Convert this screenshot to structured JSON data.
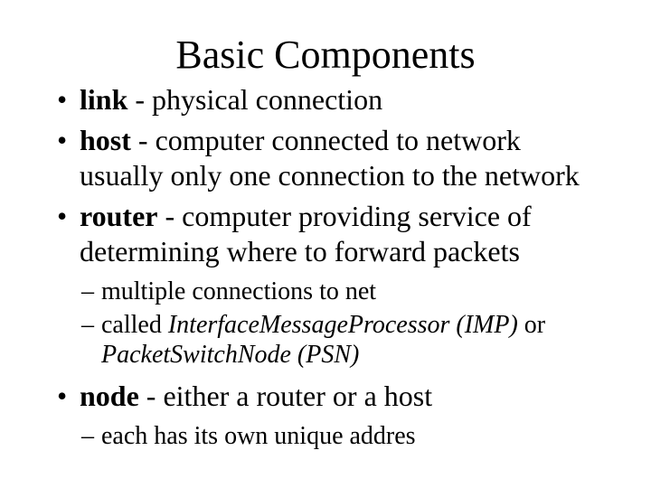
{
  "slide": {
    "title": "Basic Components",
    "colors": {
      "background": "#ffffff",
      "text": "#000000"
    },
    "items": [
      {
        "level": 1,
        "marker": "•",
        "marker_name": "bullet-icon",
        "segments": [
          {
            "text": "link",
            "style": "bold"
          },
          {
            "text": " - physical connection",
            "style": "normal"
          }
        ]
      },
      {
        "level": 1,
        "marker": "•",
        "marker_name": "bullet-icon",
        "segments": [
          {
            "text": "host",
            "style": "bold"
          },
          {
            "text": " - computer connected to network usually only one connection to the network",
            "style": "normal"
          }
        ]
      },
      {
        "level": 1,
        "marker": "•",
        "marker_name": "bullet-icon",
        "segments": [
          {
            "text": "router",
            "style": "bold"
          },
          {
            "text": " - computer providing service of determining where to forward packets",
            "style": "normal"
          }
        ]
      },
      {
        "level": 2,
        "marker": "–",
        "marker_name": "dash-icon",
        "segments": [
          {
            "text": "multiple connections to net",
            "style": "normal"
          }
        ]
      },
      {
        "level": 2,
        "marker": "–",
        "marker_name": "dash-icon",
        "segments": [
          {
            "text": "called ",
            "style": "normal"
          },
          {
            "text": "InterfaceMessageProcessor (IMP)",
            "style": "italic"
          },
          {
            "text": " or ",
            "style": "normal"
          },
          {
            "text": "PacketSwitchNode (PSN)",
            "style": "italic"
          }
        ]
      },
      {
        "level": 1,
        "marker": "•",
        "marker_name": "bullet-icon",
        "segments": [
          {
            "text": "node",
            "style": "bold"
          },
          {
            "text": " - either a router or a host",
            "style": "normal"
          }
        ]
      },
      {
        "level": 2,
        "marker": "–",
        "marker_name": "dash-icon",
        "segments": [
          {
            "text": "each has its own unique addres",
            "style": "normal"
          }
        ]
      }
    ]
  }
}
